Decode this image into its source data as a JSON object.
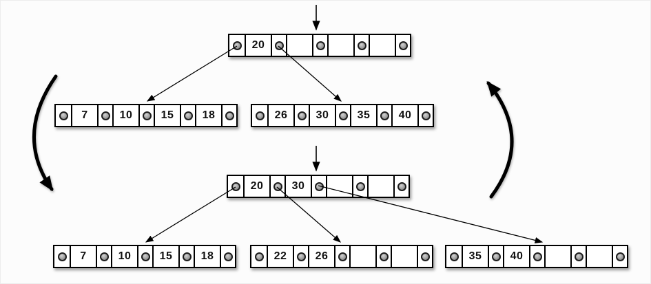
{
  "colors": {
    "background": "#fcfcfc",
    "node_fill": "#ffffff",
    "node_border": "#000000",
    "pointer_dot": "#8f8f8f",
    "arrow": "#000000"
  },
  "top_tree": {
    "root": {
      "keys": [
        "20",
        "",
        "",
        ""
      ]
    },
    "children": [
      {
        "keys": [
          "7",
          "10",
          "15",
          "18"
        ]
      },
      {
        "keys": [
          "26",
          "30",
          "35",
          "40"
        ]
      }
    ]
  },
  "bottom_tree": {
    "root": {
      "keys": [
        "20",
        "30",
        "",
        ""
      ]
    },
    "children": [
      {
        "keys": [
          "7",
          "10",
          "15",
          "18"
        ]
      },
      {
        "keys": [
          "22",
          "26",
          "",
          ""
        ]
      },
      {
        "keys": [
          "35",
          "40",
          "",
          ""
        ]
      }
    ]
  }
}
